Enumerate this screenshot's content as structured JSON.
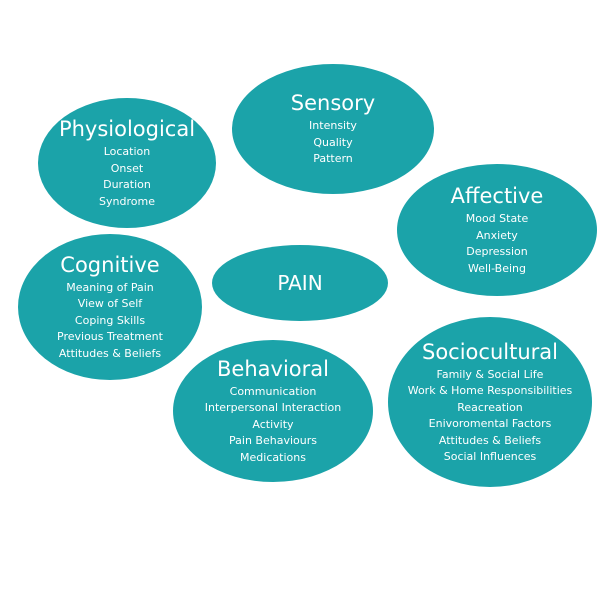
{
  "colors": {
    "bubble_fill": "#1ba3a9",
    "text": "#ffffff",
    "background": "#ffffff"
  },
  "center": {
    "label": "PAIN"
  },
  "dimensions": [
    {
      "key": "physiological",
      "title": "Physiological",
      "items": [
        "Location",
        "Onset",
        "Duration",
        "Syndrome"
      ]
    },
    {
      "key": "sensory",
      "title": "Sensory",
      "items": [
        "Intensity",
        "Quality",
        "Pattern"
      ]
    },
    {
      "key": "affective",
      "title": "Affective",
      "items": [
        "Mood State",
        "Anxiety",
        "Depression",
        "Well-Being"
      ]
    },
    {
      "key": "cognitive",
      "title": "Cognitive",
      "items": [
        "Meaning of Pain",
        "View of Self",
        "Coping Skills",
        "Previous Treatment",
        "Attitudes & Beliefs"
      ]
    },
    {
      "key": "behavioral",
      "title": "Behavioral",
      "items": [
        "Communication",
        "Interpersonal Interaction",
        "Activity",
        "Pain Behaviours",
        "Medications"
      ]
    },
    {
      "key": "sociocultural",
      "title": "Sociocultural",
      "items": [
        "Family & Social Life",
        "Work & Home Responsibilities",
        "Reacreation",
        "Enivoromental Factors",
        "Attitudes & Beliefs",
        "Social Influences"
      ]
    }
  ]
}
